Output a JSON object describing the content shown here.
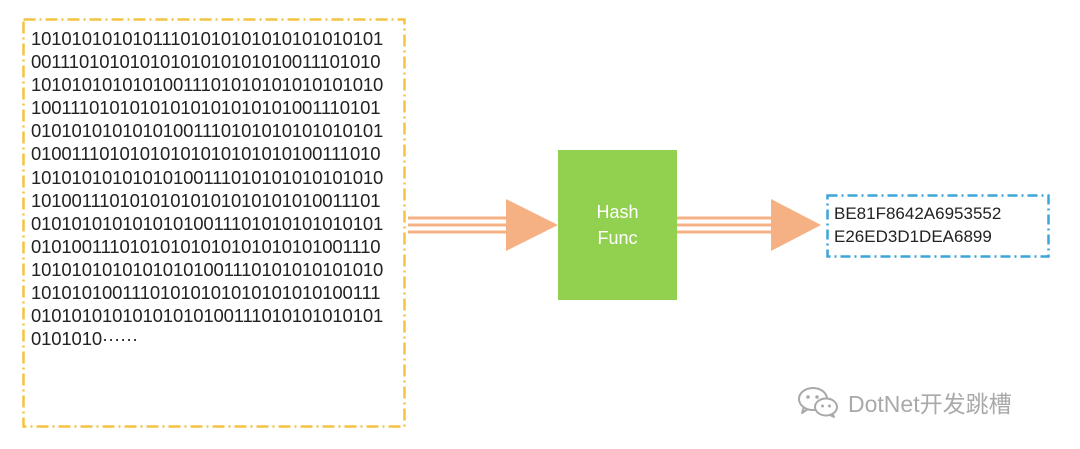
{
  "input": {
    "lines": [
      "10101010101011101010101010101010101",
      "00111010101010101010101010011101010",
      "10101010101010011101010101010101010",
      "10011101010101010101010101001110101",
      "01010101010101001110101010101010101",
      "01001110101010101010101010100111010",
      "10101010101010100111010101010101010",
      "10100111010101010101010101010011101",
      "01010101010101010011101010101010101",
      "01010011101010101010101010101001110",
      "10101010101010101001110101010101010",
      "10101010011101010101010101010100111",
      "01010101010101010100111010101010101",
      "0101010······"
    ]
  },
  "hash_function": {
    "line1": "Hash",
    "line2": "Func"
  },
  "output": {
    "lines": [
      "BE81F8642A6953552",
      "E26ED3D1DEA6899"
    ]
  },
  "watermark": {
    "text": "DotNet开发跳槽",
    "icon": "wechat-icon"
  },
  "colors": {
    "input_border": "#f5c342",
    "hash_fill": "#92d050",
    "arrow": "#f5b183",
    "output_border": "#3ca5d9"
  }
}
